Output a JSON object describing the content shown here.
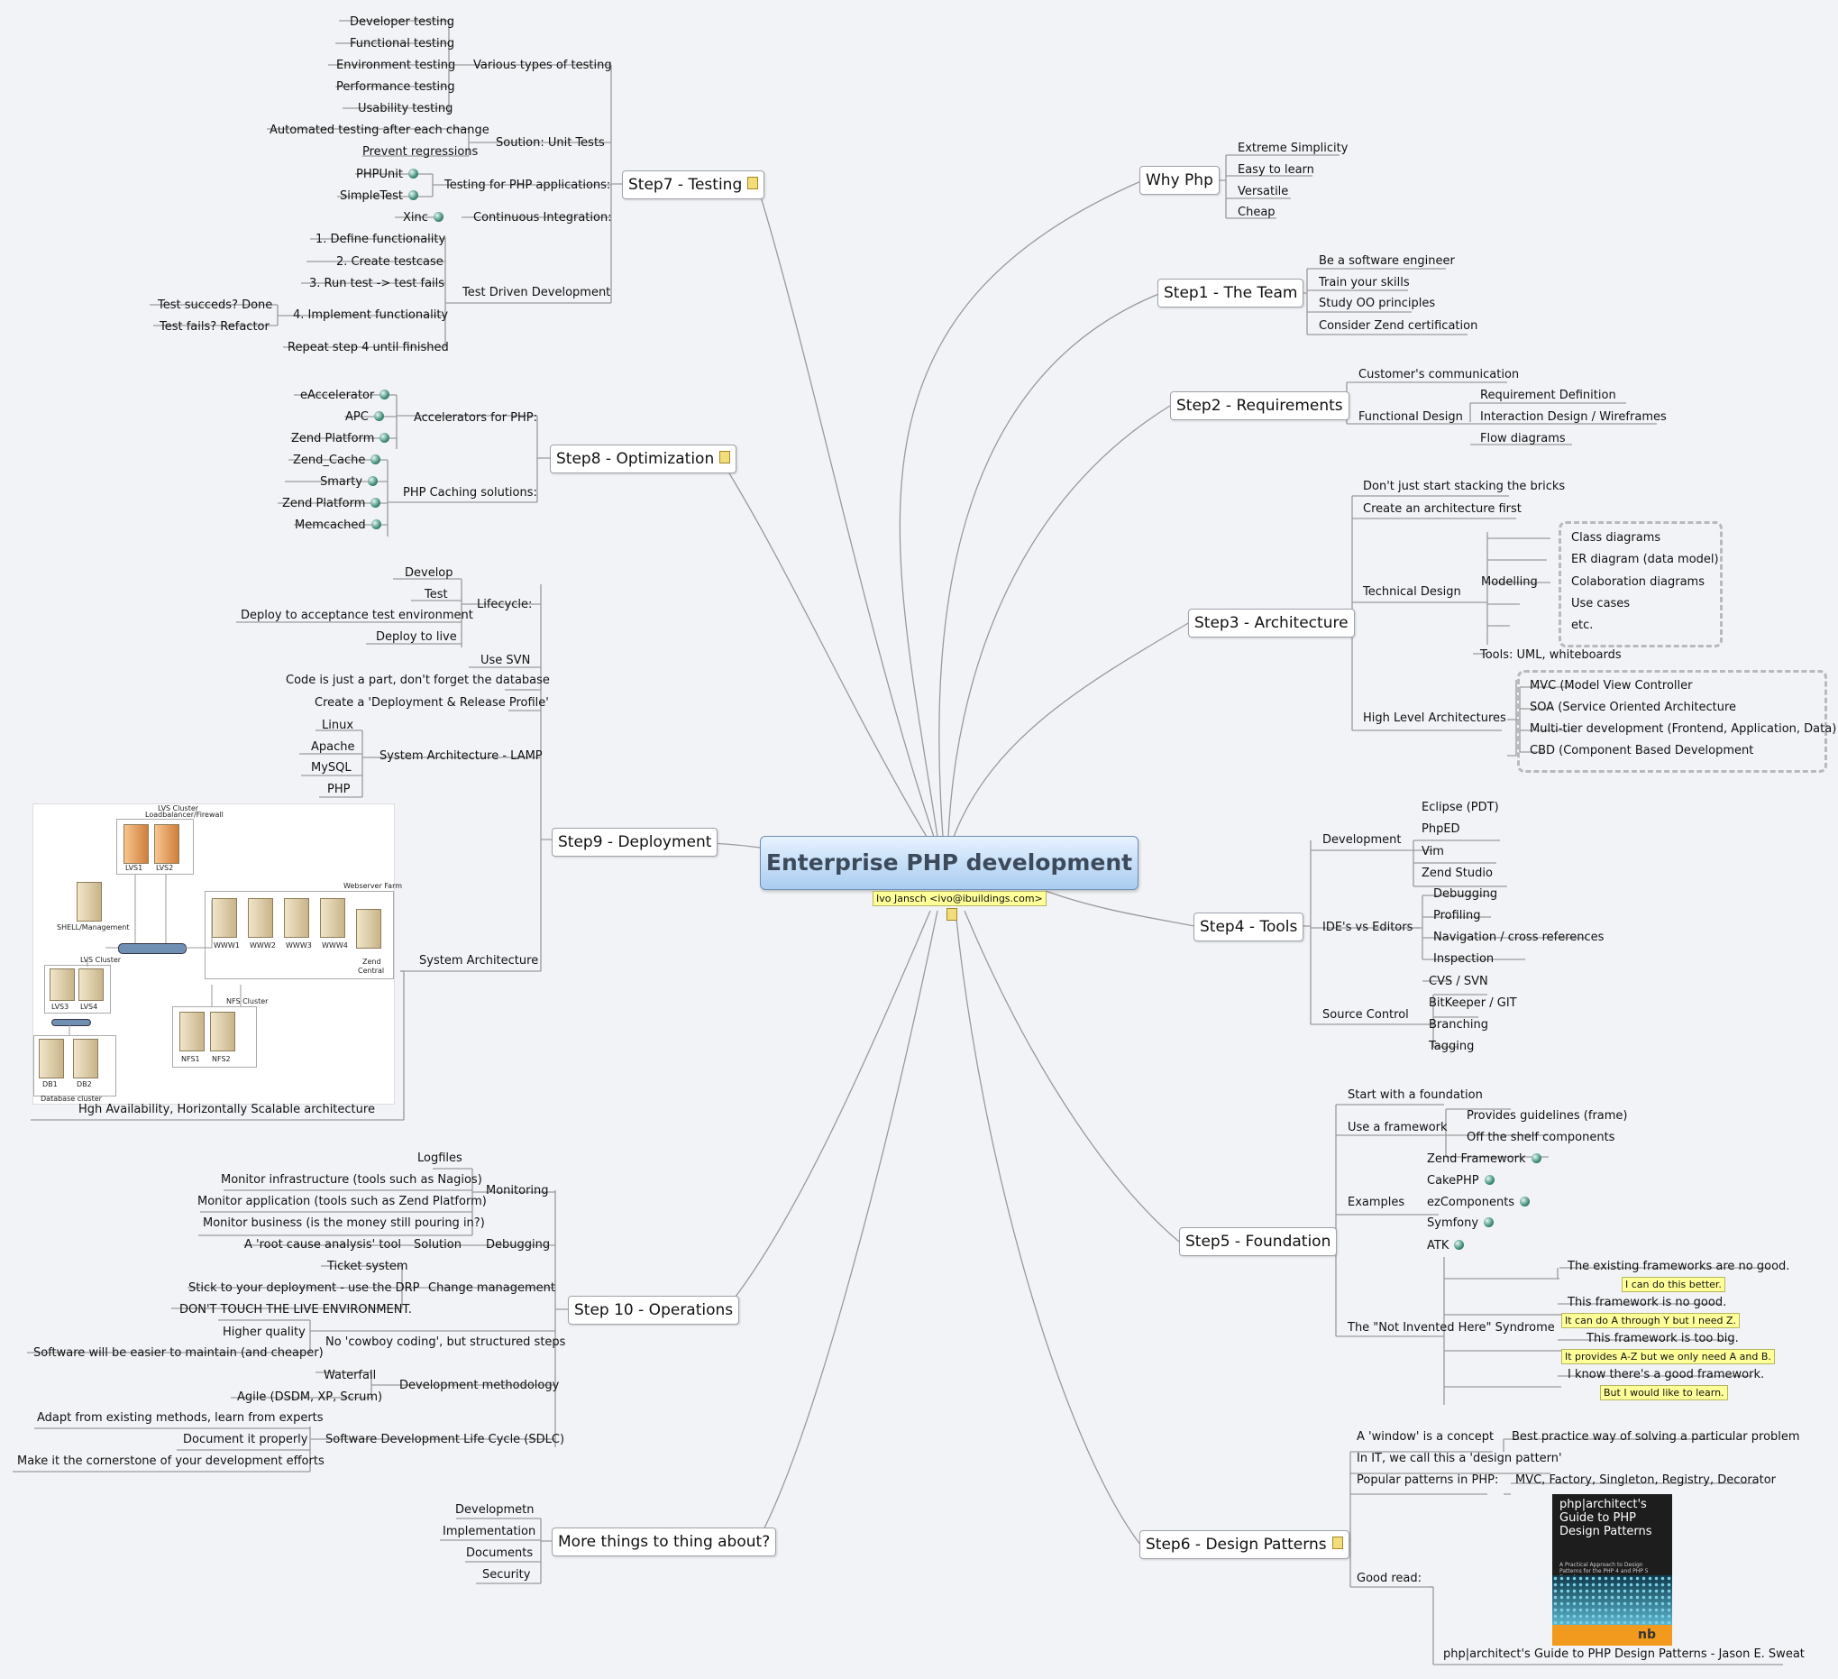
{
  "central": {
    "title": "Enterprise PHP development",
    "author": "Ivo Jansch <ivo@ibuildings.com>"
  },
  "why": {
    "label": "Why Php",
    "items": [
      "Extreme Simplicity",
      "Easy to learn",
      "Versatile",
      "Cheap"
    ]
  },
  "step1": {
    "label": "Step1 - The Team",
    "items": [
      "Be a software engineer",
      "Train your skills",
      "Study OO principles",
      "Consider Zend certification"
    ]
  },
  "step2": {
    "label": "Step2 - Requirements",
    "customer": "Customer's communication",
    "functional": "Functional Design",
    "fd_items": [
      "Requirement Definition",
      "Interaction Design / Wireframes",
      "Flow diagrams"
    ]
  },
  "step3": {
    "label": "Step3 - Architecture",
    "dont": "Don't just start stacking the bricks",
    "create": "Create an architecture first",
    "technical": "Technical Design",
    "modelling": "Modelling",
    "models": [
      "Class diagrams",
      "ER diagram (data model)",
      "Colaboration diagrams",
      "Use cases",
      "etc."
    ],
    "tools": "Tools: UML, whiteboards",
    "hla": "High Level Architectures",
    "hla_items": [
      "MVC (Model View Controller",
      "SOA (Service Oriented Architecture",
      "Multi-tier development (Frontend, Application, Data)",
      "CBD (Component Based Development"
    ]
  },
  "step4": {
    "label": "Step4 - Tools",
    "development": "Development",
    "dev_items": [
      "Eclipse (PDT)",
      "PhpED",
      "Vim",
      "Zend Studio"
    ],
    "ide": "IDE's vs Editors",
    "ide_items": [
      "Debugging",
      "Profiling",
      "Navigation / cross references",
      "Inspection"
    ],
    "source": "Source Control",
    "src_items": [
      "CVS / SVN",
      "BitKeeper / GIT",
      "Branching",
      "Tagging"
    ]
  },
  "step5": {
    "label": "Step5 - Foundation",
    "start": "Start with a foundation",
    "use": "Use a framework",
    "use_items": [
      "Provides guidelines (frame)",
      "Off the shelf components"
    ],
    "examples": "Examples",
    "ex_items": [
      "Zend Framework",
      "CakePHP",
      "ezComponents",
      "Symfony",
      "ATK"
    ],
    "nih": "The \"Not Invented Here\" Syndrome",
    "nih_items": [
      "The existing frameworks are no good.",
      "This framework is no good.",
      "This framework is too big.",
      "I know there's a good framework."
    ],
    "nih_notes": [
      "I can do this better.",
      "It can do A through Y but I need Z.",
      "It provides A-Z but we only need A and B.",
      "But I would like to learn."
    ]
  },
  "step6": {
    "label": "Step6 - Design Patterns",
    "window": "A 'window' is a concept",
    "best": "Best practice way of solving a particular problem",
    "inIT": "In IT, we call this a 'design pattern'",
    "popular": "Popular patterns in PHP:",
    "patterns": "MVC, Factory, Singleton, Registry, Decorator",
    "good": "Good read:",
    "book_title": "php|architect's Guide to PHP Design Patterns",
    "book_sub": "A Practical Approach to Design Patterns for the PHP 4 and PHP 5 Developer",
    "book_logo": "nb",
    "book_caption": "php|architect's Guide to PHP Design Patterns - Jason E. Sweat"
  },
  "step7": {
    "label": "Step7 - Testing",
    "various": "Various types of testing",
    "various_items": [
      "Developer testing",
      "Functional testing",
      "Environment testing",
      "Performance testing",
      "Usability testing"
    ],
    "unit": "Soution: Unit Tests",
    "unit_items": [
      "Automated testing after each change",
      "Prevent regressions"
    ],
    "forphp": "Testing for PHP applications:",
    "forphp_items": [
      "PHPUnit",
      "SimpleTest"
    ],
    "ci": "Continuous Integration:",
    "ci_item": "Xinc",
    "tdd": "Test Driven Development",
    "tdd_items": [
      "1. Define functionality",
      "2. Create testcase",
      "3. Run test -> test fails",
      "4. Implement functionality",
      "Repeat step 4 until finished"
    ],
    "tdd_sub": [
      "Test succeds? Done",
      "Test fails? Refactor"
    ]
  },
  "step8": {
    "label": "Step8 - Optimization",
    "acc": "Accelerators for PHP:",
    "acc_items": [
      "eAccelerator",
      "APC",
      "Zend Platform"
    ],
    "cache": "PHP Caching solutions:",
    "cache_items": [
      "Zend_Cache",
      "Smarty",
      "Zend Platform",
      "Memcached"
    ]
  },
  "step9": {
    "label": "Step9 - Deployment",
    "lifecycle": "Lifecycle:",
    "life_items": [
      "Develop",
      "Test",
      "Deploy to acceptance test environment",
      "Deploy to live"
    ],
    "svn": "Use SVN",
    "code": "Code is just a part, don't forget the database",
    "profile": "Create a 'Deployment & Release Profile'",
    "lamp": "System Architecture - LAMP",
    "lamp_items": [
      "Linux",
      "Apache",
      "MySQL",
      "PHP"
    ],
    "sysarch": "System Architecture",
    "caption": "Hgh Availability, Horizontally Scalable architecture",
    "diagram": {
      "lvs_cluster": "LVS Cluster",
      "lb": "Loadbalancer/Firewall",
      "lvs1": "LVS1",
      "lvs2": "LVS2",
      "shell": "SHELL/Management",
      "webserver_farm": "Webserver Farm",
      "www": [
        "WWW1",
        "WWW2",
        "WWW3",
        "WWW4"
      ],
      "zend": "Zend",
      "central": "Central",
      "lvs_cluster2": "LVS Cluster",
      "lvs3": "LVS3",
      "lvs4": "LVS4",
      "nfs_cluster": "NFS Cluster",
      "nfs1": "NFS1",
      "nfs2": "NFS2",
      "db1": "DB1",
      "db2": "DB2",
      "db_cluster": "Database cluster"
    }
  },
  "step10": {
    "label": "Step 10 - Operations",
    "monitoring": "Monitoring",
    "mon_items": [
      "Logfiles",
      "Monitor infrastructure (tools such as Nagios)",
      "Monitor application (tools such as Zend Platform)",
      "Monitor business (is the money still pouring in?)"
    ],
    "debugging": "Debugging",
    "solution": "Solution",
    "rootcause": "A 'root cause analysis' tool",
    "change": "Change management",
    "change_items": [
      "Ticket system",
      "Stick to your deployment - use the DRP",
      "DON'T TOUCH THE LIVE ENVIRONMENT."
    ],
    "cowboy": "No 'cowboy coding', but structured steps",
    "cowboy_items": [
      "Higher quality",
      "Software will be easier to maintain (and cheaper)"
    ],
    "method": "Development methodology",
    "method_items": [
      "Waterfall",
      "Agile (DSDM, XP, Scrum)"
    ],
    "sdlc": "Software Development Life Cycle (SDLC)",
    "sdlc_items": [
      "Adapt from existing methods, learn from experts",
      "Document it properly",
      "Make it the cornerstone of your development efforts"
    ]
  },
  "more": {
    "label": "More things to thing about?",
    "items": [
      "Developmetn",
      "Implementation",
      "Documents",
      "Security"
    ]
  }
}
